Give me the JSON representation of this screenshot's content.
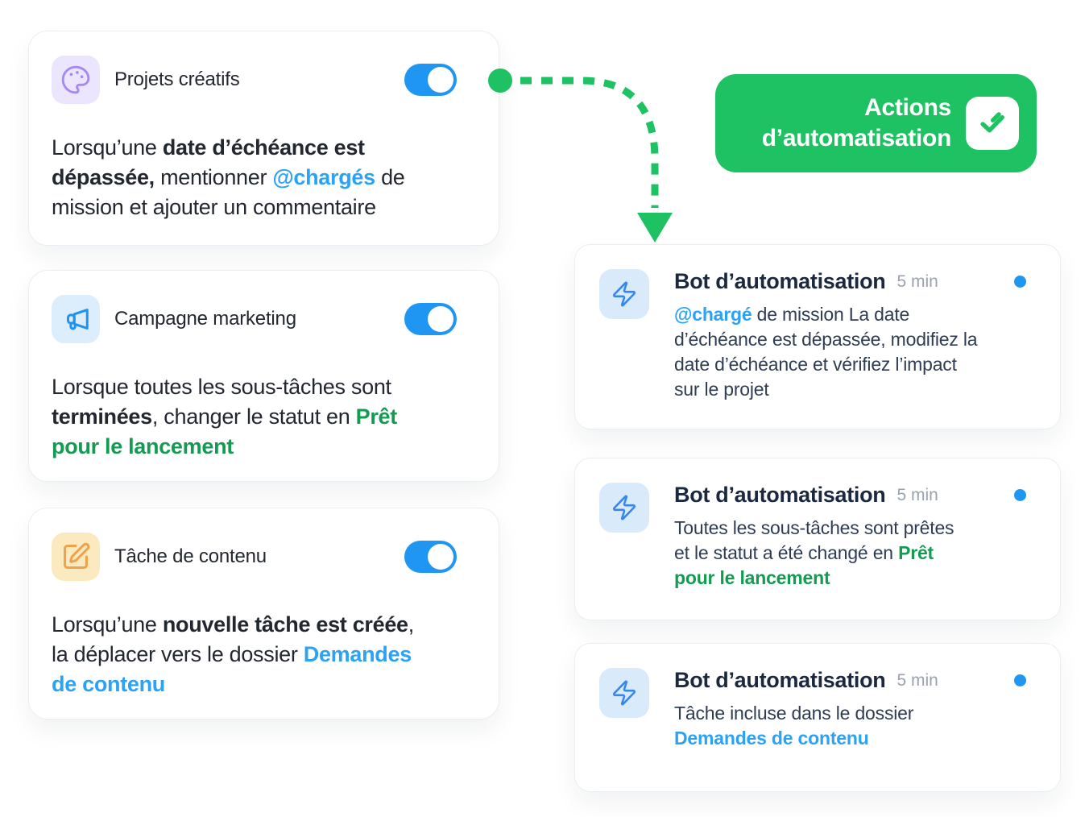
{
  "colors": {
    "accent-green": "#1fc263",
    "accent-blue": "#2096f3",
    "link-blue": "#2aa2f6",
    "green-text": "#149a51",
    "left-dark": "#23272f",
    "bot-title": "#1b2940",
    "bot-body": "#2e3d53",
    "time-gray": "#9aa2ad",
    "purple-icon": "#a588f4",
    "purple-bg": "#ebe5fd",
    "mega-blue": "#1f93f2",
    "mega-bg": "#dcedfc",
    "orange-icon": "#f0a14b",
    "orange-bg": "#fbe9c0",
    "bolt-blue": "#3487f0",
    "bolt-bg": "#d9eafb"
  },
  "triggers": [
    {
      "title": "Projets créatifs",
      "icon": "palette-icon",
      "toggle_on": true,
      "body": [
        {
          "t": "Lorsqu’une ",
          "s": "n"
        },
        {
          "t": "date d’échéance est",
          "s": "b"
        },
        {
          "br": true
        },
        {
          "t": "dépassée,",
          "s": "b"
        },
        {
          "t": " mentionner ",
          "s": "n"
        },
        {
          "t": "@chargés",
          "s": "bb"
        },
        {
          "t": " de",
          "s": "n"
        },
        {
          "br": true
        },
        {
          "t": "mission et ajouter un commentaire",
          "s": "n"
        }
      ]
    },
    {
      "title": "Campagne marketing",
      "icon": "megaphone-icon",
      "toggle_on": true,
      "body": [
        {
          "t": "Lorsque toutes les sous-tâches sont",
          "s": "n"
        },
        {
          "br": true
        },
        {
          "t": "terminées",
          "s": "b"
        },
        {
          "t": ", changer le statut en ",
          "s": "n"
        },
        {
          "t": "Prêt",
          "s": "g"
        },
        {
          "br": true
        },
        {
          "t": "pour le lancement",
          "s": "g"
        }
      ]
    },
    {
      "title": "Tâche de contenu",
      "icon": "compose-icon",
      "toggle_on": true,
      "body": [
        {
          "t": "Lorsqu’une ",
          "s": "n"
        },
        {
          "t": "nouvelle tâche est créée",
          "s": "b"
        },
        {
          "t": ",",
          "s": "n"
        },
        {
          "br": true
        },
        {
          "t": "la déplacer vers le dossier ",
          "s": "n"
        },
        {
          "t": "Demandes",
          "s": "bb"
        },
        {
          "br": true
        },
        {
          "t": "de contenu",
          "s": "bb"
        }
      ]
    }
  ],
  "badge": {
    "line1": "Actions",
    "line2": "d’automatisation",
    "icon": "check-icon"
  },
  "notifications": [
    {
      "title": "Bot d’automatisation",
      "time": "5 min",
      "unread": true,
      "icon": "bolt-icon",
      "body": [
        {
          "t": "@chargé",
          "s": "bm"
        },
        {
          "t": " de mission La date",
          "s": "n"
        },
        {
          "br": true
        },
        {
          "t": "d’échéance est dépassée, modifiez la",
          "s": "n"
        },
        {
          "br": true
        },
        {
          "t": "date d’échéance et vérifiez l’impact",
          "s": "n"
        },
        {
          "br": true
        },
        {
          "t": "sur le projet",
          "s": "n"
        }
      ]
    },
    {
      "title": "Bot d’automatisation",
      "time": "5 min",
      "unread": true,
      "icon": "bolt-icon",
      "body": [
        {
          "t": "Toutes les sous-tâches sont prêtes",
          "s": "n"
        },
        {
          "br": true
        },
        {
          "t": "et le statut a été changé en ",
          "s": "n"
        },
        {
          "t": "Prêt",
          "s": "g"
        },
        {
          "br": true
        },
        {
          "t": "pour le lancement",
          "s": "g"
        }
      ]
    },
    {
      "title": "Bot d’automatisation",
      "time": "5 min",
      "unread": true,
      "icon": "bolt-icon",
      "body": [
        {
          "t": "Tâche incluse dans le dossier",
          "s": "n"
        },
        {
          "br": true
        },
        {
          "t": "Demandes de contenu",
          "s": "bm"
        }
      ]
    }
  ]
}
